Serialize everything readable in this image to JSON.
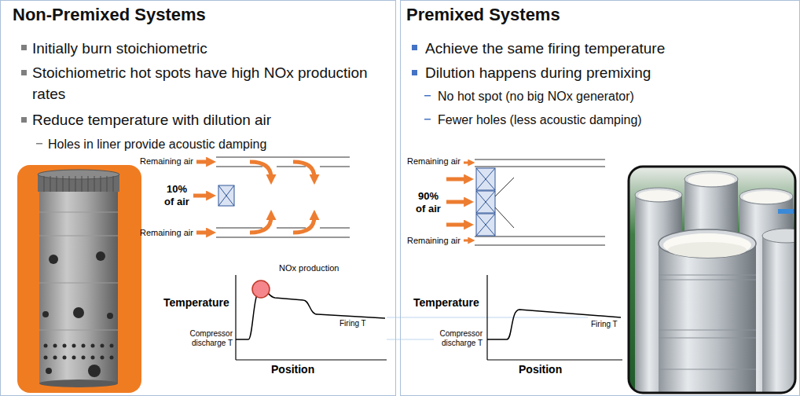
{
  "diagram": {
    "nodes": [
      {
        "text": [
          "Non-Premixed Systems",
          "Initially burn stoichiometric",
          "Stoichiometric hot spots have high NOx production rates",
          "Reduce temperature with dilution air",
          "Holes in liner provide acoustic damping"
        ]
      },
      {
        "text": [
          "Premixed Systems",
          "Achieve the same firing temperature",
          "Dilution happens during premixing",
          "No hot spot (no big NOx generator)",
          "Fewer holes (less acoustic damping)"
        ]
      }
    ],
    "labels": [
      "Remaining air",
      "10% of air",
      "Remaining air",
      "NOx production",
      "Temperature",
      "Firing T",
      "Compressor discharge T",
      "Position",
      "Remaining air",
      "90% of air",
      "Remaining air",
      "Temperature",
      "Firing T",
      "Compressor discharge T",
      "Position"
    ]
  }
}
